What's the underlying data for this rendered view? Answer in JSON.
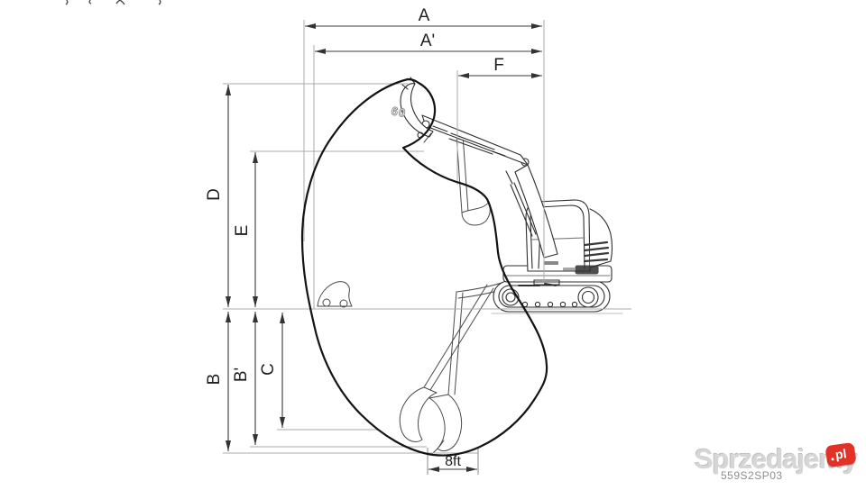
{
  "diagram": {
    "type": "excavator-working-range-diagram",
    "labels": {
      "a": "A",
      "a_prime": "A'",
      "f": "F",
      "d": "D",
      "e": "E",
      "b": "B",
      "b_prime": "B'",
      "c": "C",
      "bottom_width": "8ft"
    },
    "machine_marking": "60",
    "colors": {
      "artwork_line": "#2e2e2e",
      "dimension_line": "#3a3a3a",
      "reference_line": "#ababab",
      "envelope_line": "#141414"
    }
  },
  "watermark": {
    "brand": "Sprzedajemy",
    "badge": "pl",
    "badge_color": "#e23227",
    "code": "559S2SP03"
  }
}
